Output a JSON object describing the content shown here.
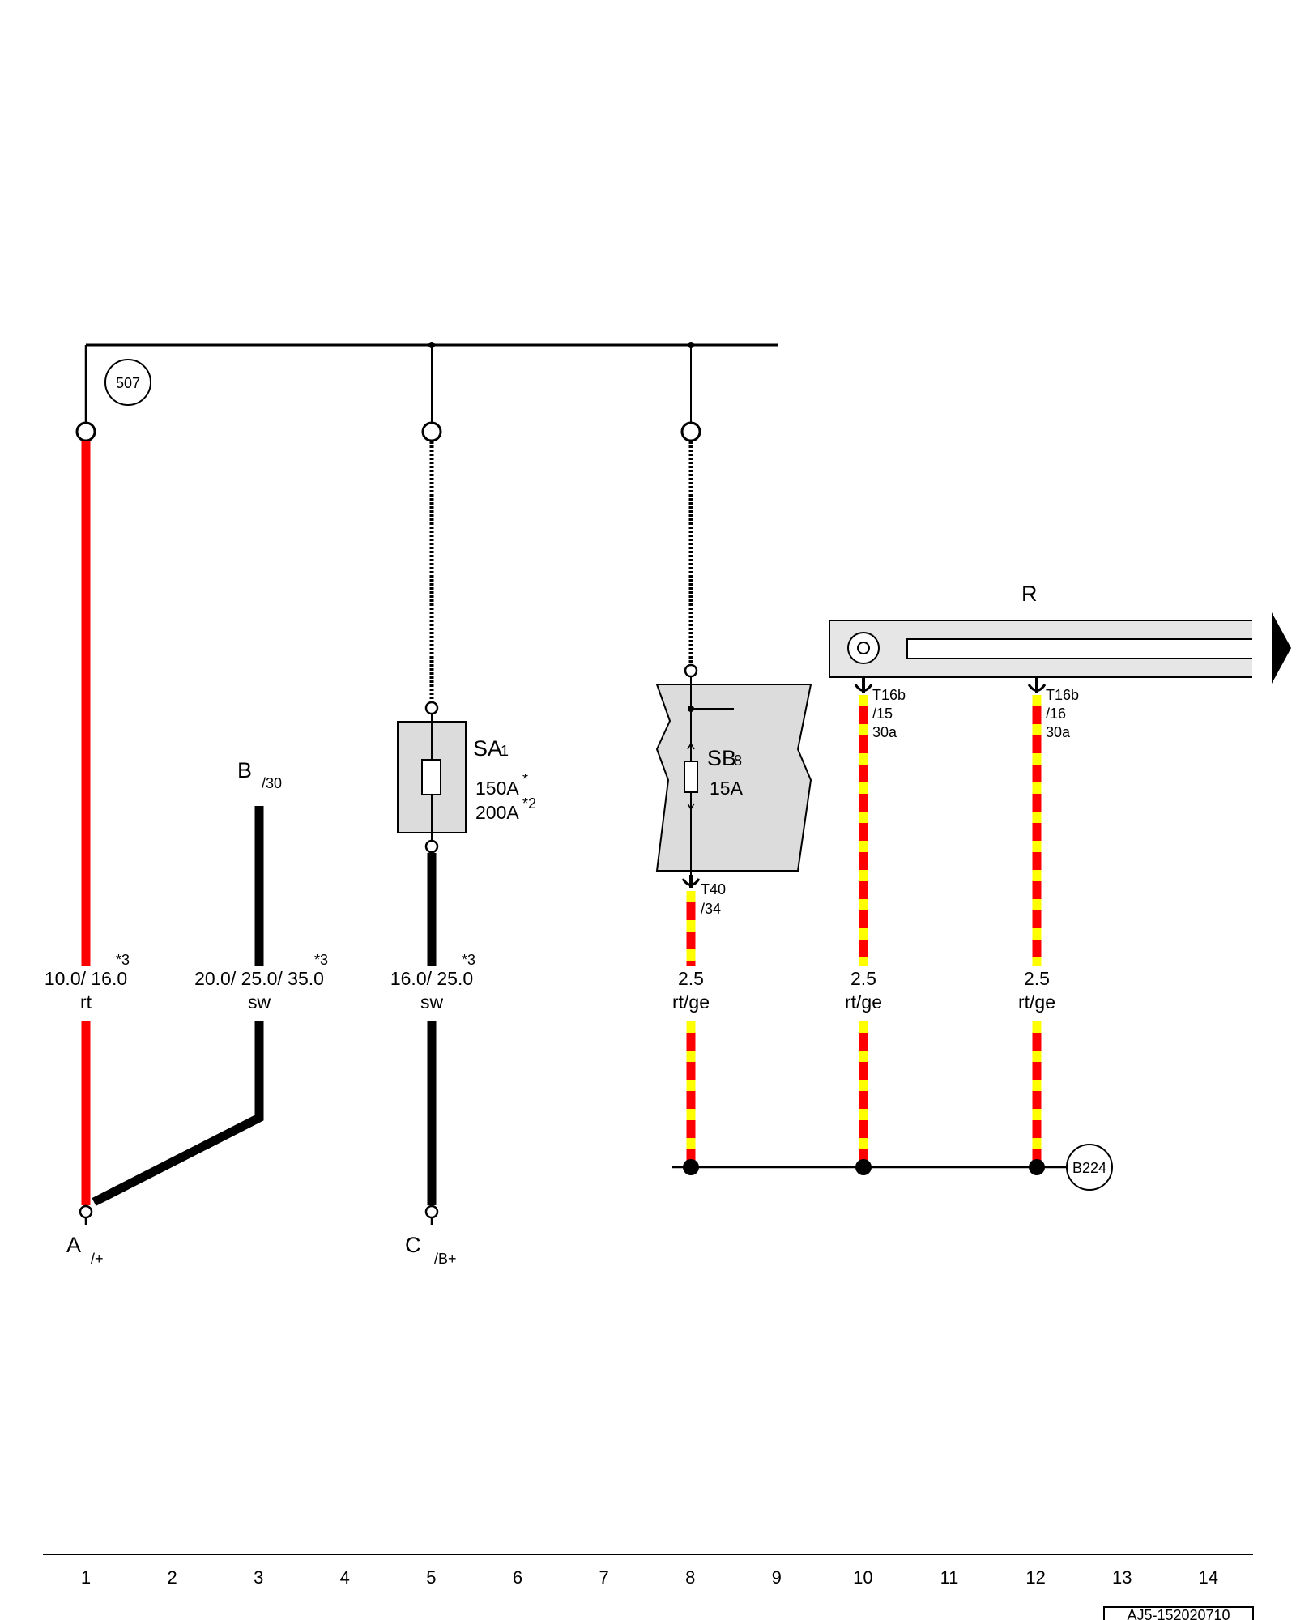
{
  "colors": {
    "red": "#ff0000",
    "yellow": "#ffff00",
    "black": "#000000",
    "fuse_box_fill": "#dcdcdc",
    "relay_plate_fill": "#e6e6e6"
  },
  "terminals": {
    "A": {
      "label": "A",
      "sub": "/+"
    },
    "B": {
      "label": "B",
      "sub": "/30"
    },
    "C": {
      "label": "C",
      "sub": "/B+"
    }
  },
  "ground_points": {
    "top": "507",
    "bottom": "B224"
  },
  "fuses": {
    "sa1": {
      "name": "SA",
      "index": "1",
      "rating1": "150A",
      "mark1": "*",
      "rating2": "200A",
      "mark2": "*2"
    },
    "sb8": {
      "name": "SB",
      "index": "8",
      "rating": "15A"
    }
  },
  "relay_plate": {
    "label": "R"
  },
  "connectors": {
    "t40": {
      "line1": "T40",
      "line2": "/34"
    },
    "t16b15": {
      "line1": "T16b",
      "line2": "/15",
      "line3": "30a"
    },
    "t16b16": {
      "line1": "T16b",
      "line2": "/16",
      "line3": "30a"
    }
  },
  "wires": [
    {
      "size": "10.0/ 16.0",
      "color": "rt",
      "note": "*3"
    },
    {
      "size": "20.0/ 25.0/ 35.0",
      "color": "sw",
      "note": "*3"
    },
    {
      "size": "16.0/ 25.0",
      "color": "sw",
      "note": "*3"
    },
    {
      "size": "2.5",
      "color": "rt/ge",
      "note": ""
    },
    {
      "size": "2.5",
      "color": "rt/ge",
      "note": ""
    },
    {
      "size": "2.5",
      "color": "rt/ge",
      "note": ""
    }
  ],
  "axis_numbers": [
    "1",
    "2",
    "3",
    "4",
    "5",
    "6",
    "7",
    "8",
    "9",
    "10",
    "11",
    "12",
    "13",
    "14"
  ],
  "figure_id": "AJ5-152020710"
}
